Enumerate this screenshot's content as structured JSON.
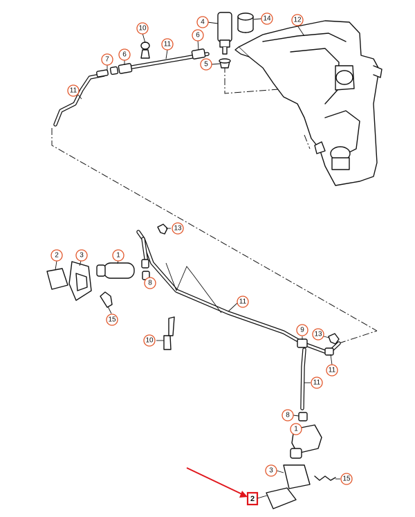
{
  "diagram": {
    "callouts": [
      {
        "id": "c-10a",
        "label": "10"
      },
      {
        "id": "c-4",
        "label": "4"
      },
      {
        "id": "c-14",
        "label": "14"
      },
      {
        "id": "c-12",
        "label": "12"
      },
      {
        "id": "c-11a",
        "label": "11"
      },
      {
        "id": "c-6a",
        "label": "6"
      },
      {
        "id": "c-7",
        "label": "7"
      },
      {
        "id": "c-6b",
        "label": "6"
      },
      {
        "id": "c-5",
        "label": "5"
      },
      {
        "id": "c-11b",
        "label": "11"
      },
      {
        "id": "c-13a",
        "label": "13"
      },
      {
        "id": "c-2a",
        "label": "2"
      },
      {
        "id": "c-3a",
        "label": "3"
      },
      {
        "id": "c-1a",
        "label": "1"
      },
      {
        "id": "c-8a",
        "label": "8"
      },
      {
        "id": "c-15a",
        "label": "15"
      },
      {
        "id": "c-11c",
        "label": "11"
      },
      {
        "id": "c-10b",
        "label": "10"
      },
      {
        "id": "c-9",
        "label": "9"
      },
      {
        "id": "c-13b",
        "label": "13"
      },
      {
        "id": "c-11d",
        "label": "11"
      },
      {
        "id": "c-11e",
        "label": "11"
      },
      {
        "id": "c-8b",
        "label": "8"
      },
      {
        "id": "c-1b",
        "label": "1"
      },
      {
        "id": "c-3b",
        "label": "3"
      },
      {
        "id": "c-15b",
        "label": "15"
      }
    ],
    "highlight": {
      "label": "2",
      "color": "#e0151b"
    },
    "callout_color": "#e2572b"
  }
}
